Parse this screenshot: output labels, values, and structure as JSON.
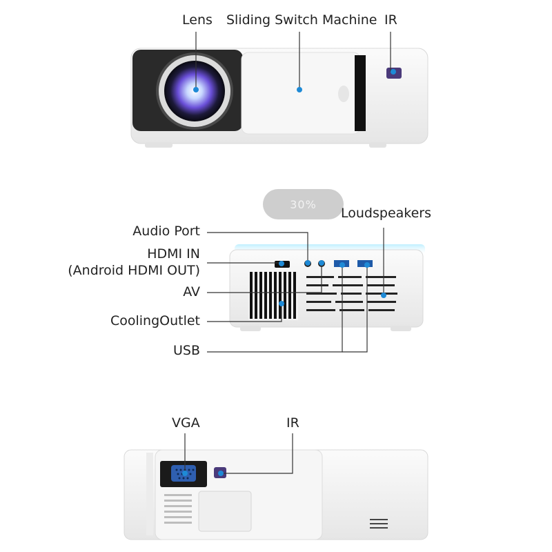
{
  "top_view": {
    "labels": {
      "lens": "Lens",
      "sliding_switch": "Sliding Switch Machine",
      "ir": "IR"
    }
  },
  "side_view": {
    "zoom_indicator": "30%",
    "labels": {
      "loudspeakers": "Loudspeakers",
      "audio_port": "Audio Port",
      "hdmi_in": "HDMI IN",
      "android_hdmi_out": "(Android HDMI OUT)",
      "av": "AV",
      "cooling_outlet": "CoolingOutlet",
      "usb": "USB"
    }
  },
  "rear_view": {
    "labels": {
      "vga": "VGA",
      "ir": "IR"
    }
  },
  "colors": {
    "callout_dot": "#1e8ad6",
    "projector_body": "#f4f4f4",
    "lens_housing": "#2a2a2a",
    "ir_window": "#4a3a7a",
    "vga_port": "#2f5fb0"
  }
}
